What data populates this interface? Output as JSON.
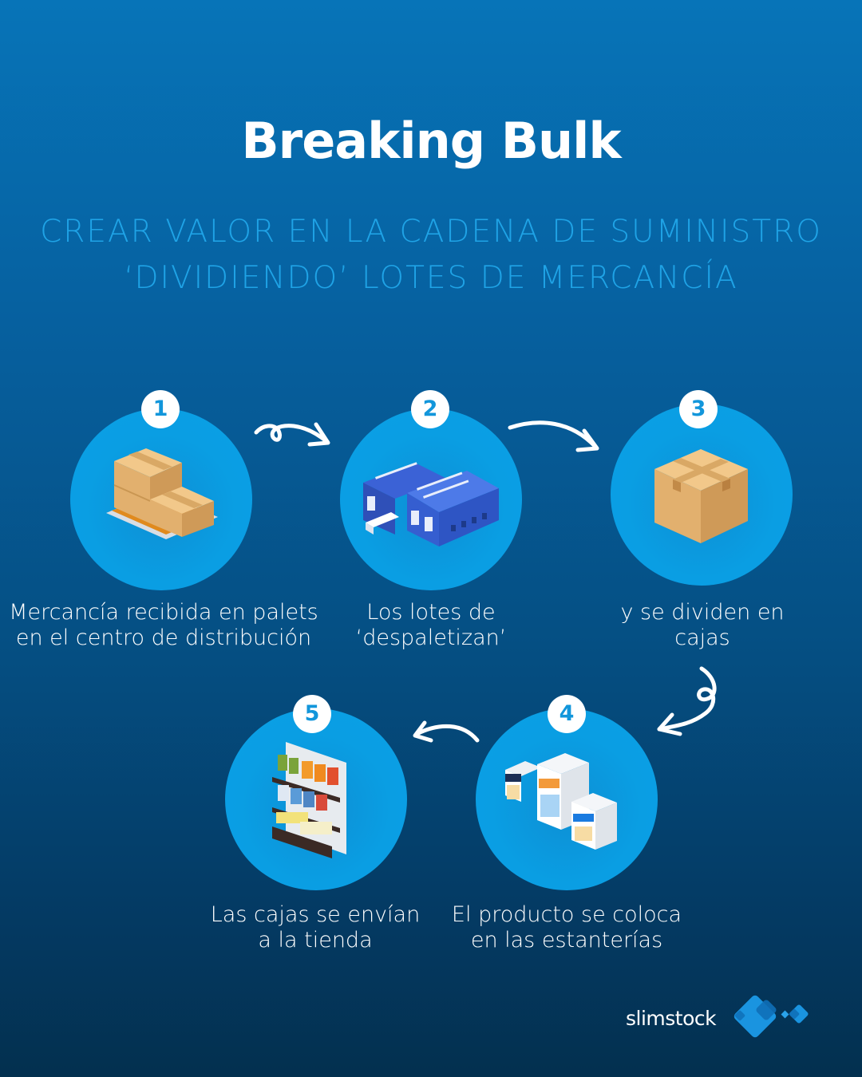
{
  "header": {
    "title": "Breaking Bulk",
    "subtitle_line1": "CREAR VALOR EN LA CADENA DE SUMINISTRO",
    "subtitle_line2": "‘DIVIDIENDO’ LOTES DE MERCANCÍA"
  },
  "colors": {
    "background_top": "#0774b8",
    "background_bottom": "#03304f",
    "circle": "#0aa0e6",
    "subtitle": "#1fa3e6",
    "badge_number": "#1296db"
  },
  "steps": [
    {
      "number": "1",
      "line1": "Mercancía recibida en palets",
      "line2": "en el centro de distribución",
      "icon": "pallet-boxes-icon"
    },
    {
      "number": "2",
      "line1": "Los lotes de",
      "line2": "‘despaletizan’",
      "icon": "warehouse-icon"
    },
    {
      "number": "3",
      "line1": "y se dividen en",
      "line2": "cajas",
      "icon": "box-icon"
    },
    {
      "number": "4",
      "line1": "El producto se coloca",
      "line2": "en las estanterías",
      "icon": "stores-icon"
    },
    {
      "number": "5",
      "line1": "Las cajas se envían",
      "line2": "a la tienda",
      "icon": "shelf-icon"
    }
  ],
  "footer": {
    "brand": "slimstock"
  }
}
